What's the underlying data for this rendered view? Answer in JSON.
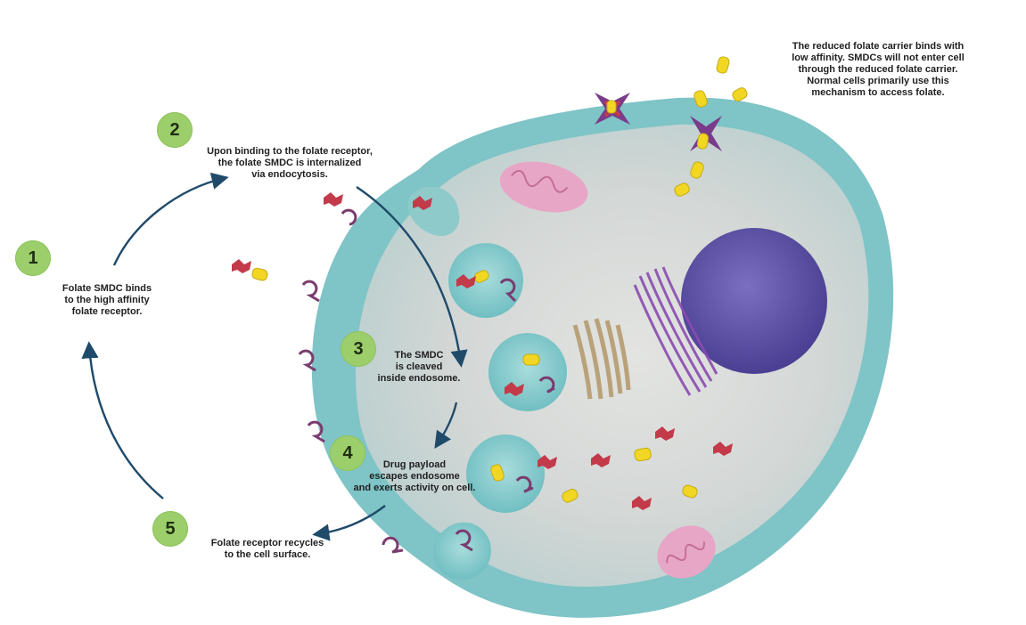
{
  "steps": [
    {
      "number": "1",
      "text": "Folate SMDC binds\nto the high affinity\nfolate receptor."
    },
    {
      "number": "2",
      "text": "Upon binding to the folate receptor,\nthe folate SMDC is internalized\nvia endocytosis."
    },
    {
      "number": "3",
      "text": "The SMDC\nis cleaved\ninside endosome."
    },
    {
      "number": "4",
      "text": "Drug payload\nescapes endosome\nand exerts activity on cell."
    },
    {
      "number": "5",
      "text": "Folate receptor recycles\nto the cell surface."
    }
  ],
  "note": "The reduced folate carrier binds with\nlow affinity. SMDCs will not enter cell\nthrough the reduced folate carrier.\nNormal cells primarily use this\nmechanism to access folate.",
  "colors": {
    "badge": "#9ccf6b",
    "cytoplasm": "#c9cfd0",
    "membrane": "#6cb9bd",
    "nucleus": "#5b4ea5",
    "payload": "#f1d624",
    "drug": "#c33a4a",
    "arrow": "#1f4a6a"
  }
}
